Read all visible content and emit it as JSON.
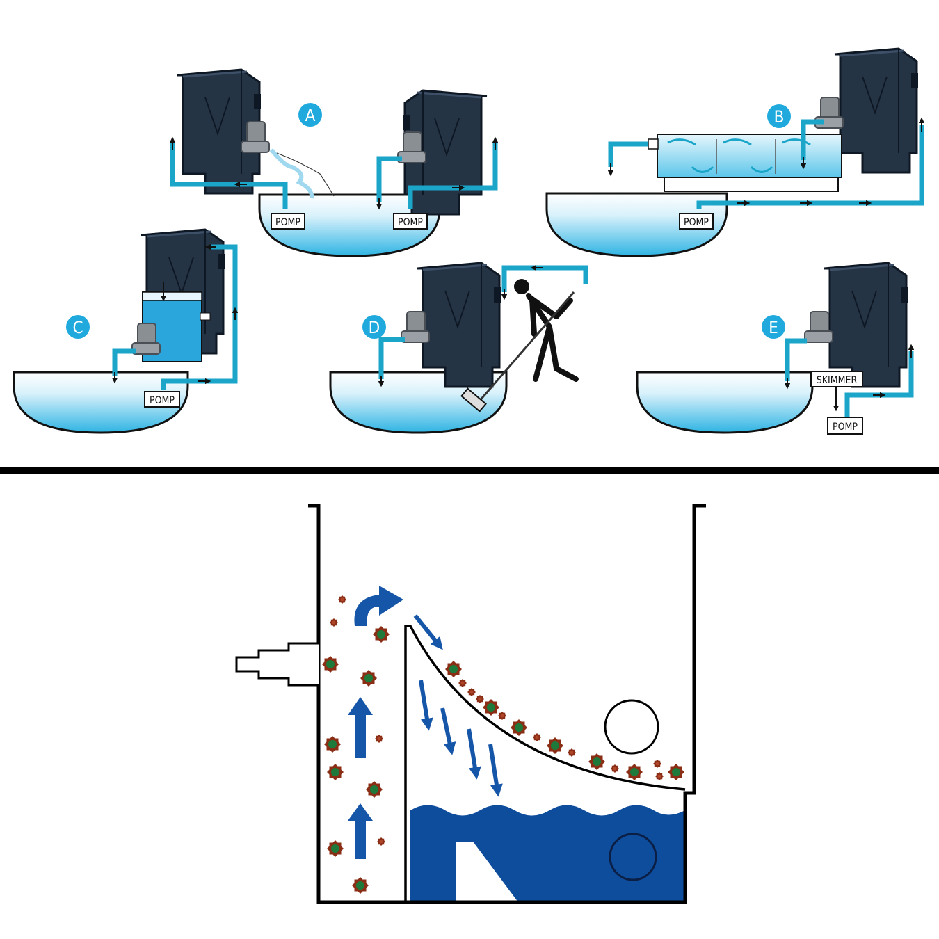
{
  "labels": {
    "panel_a": "A",
    "panel_b": "B",
    "panel_c": "C",
    "panel_d": "D",
    "panel_e": "E",
    "pump": "POMP",
    "skimmer": "SKIMMER"
  },
  "colors": {
    "pipe": "#1aa5c9",
    "pipe_dark": "#0c5f7a",
    "water_top": "#ffffff",
    "water_bottom": "#2fb4e3",
    "filter_body": "#253445",
    "filter_edge": "#0e1824",
    "pipe_fitting": "#8a8f94",
    "bubble": "#1fa9dc",
    "section_water": "#0e4c9c",
    "flow_arrow": "#1656a8",
    "particle_outer": "#8b2e16",
    "particle_inner": "#1d7a3a",
    "divider": "#000000"
  },
  "icons": {
    "filter": "settlement-filter-box-icon",
    "person": "person-cleaning-pond-icon",
    "brush": "pond-brush-icon"
  }
}
